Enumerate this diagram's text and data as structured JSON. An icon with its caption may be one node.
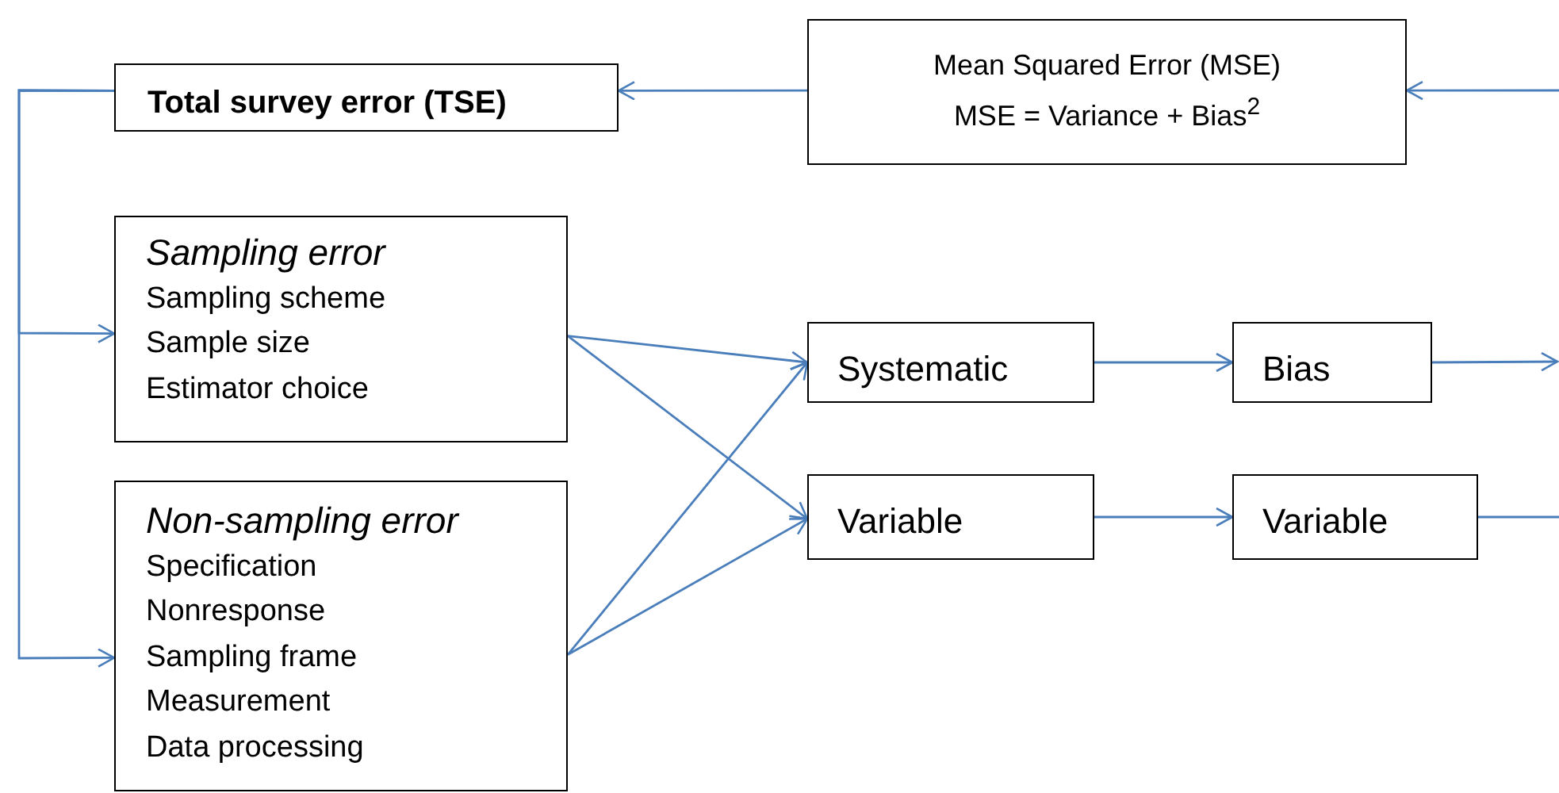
{
  "diagram": {
    "nodes": [
      {
        "text": [
          "Total survey error (TSE)"
        ]
      },
      {
        "text": [
          "Mean Squared Error (MSE)",
          "MSE = Variance + Bias$^{2}$"
        ]
      },
      {
        "text": [
          "Sampling error",
          "Sampling scheme",
          "Sample size",
          "Estimator choice"
        ]
      },
      {
        "text": [
          "Non-sampling error",
          "Specification",
          "Nonresponse",
          "Sampling frame",
          "Measurement",
          "Data processing"
        ]
      },
      {
        "text": [
          "Systematic"
        ]
      },
      {
        "text": [
          "Variable"
        ]
      },
      {
        "text": [
          "Bias"
        ]
      },
      {
        "text": [
          "Variable"
        ]
      }
    ],
    "edges": [
      {
        "from": null,
        "to": 1,
        "arrow": "to"
      },
      {
        "from": 1,
        "to": 0,
        "arrow": "to"
      },
      {
        "from": 0,
        "to": 2,
        "arrow": "to"
      },
      {
        "from": 0,
        "to": 3,
        "arrow": "to"
      },
      {
        "from": 2,
        "to": 4,
        "arrow": "to"
      },
      {
        "from": 2,
        "to": 5,
        "arrow": "to"
      },
      {
        "from": 3,
        "to": 4,
        "arrow": "to"
      },
      {
        "from": 3,
        "to": 5,
        "arrow": "to"
      },
      {
        "from": 4,
        "to": 6,
        "arrow": "to"
      },
      {
        "from": 5,
        "to": 7,
        "arrow": "to"
      },
      {
        "from": 6,
        "to": null,
        "arrow": "to"
      },
      {
        "from": 7,
        "to": null,
        "arrow": "none"
      }
    ]
  }
}
